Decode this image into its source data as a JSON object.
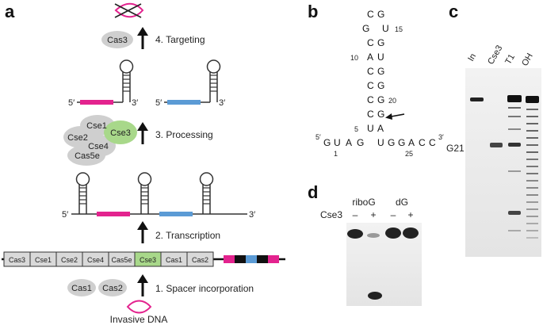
{
  "panel_a": {
    "label": "a",
    "steps": {
      "targeting": "4. Targeting",
      "processing": "3. Processing",
      "transcription": "2. Transcription",
      "spacer": "1. Spacer incorporation"
    },
    "proteins": {
      "cas3": "Cas3",
      "cse1": "Cse1",
      "cse2": "Cse2",
      "cse3": "Cse3",
      "cse4": "Cse4",
      "cas5e": "Cas5e",
      "cas1": "Cas1",
      "cas2": "Cas2"
    },
    "ends": {
      "five": "5′",
      "three": "3′"
    },
    "genes": [
      "Cas3",
      "Cse1",
      "Cse2",
      "Cse4",
      "Cas5e",
      "Cse3",
      "Cas1",
      "Cas2"
    ],
    "invasive": "Invasive DNA",
    "colors": {
      "spacer_pink": "#e3238e",
      "spacer_blue": "#5b9bd5",
      "cse3_green": "#a8d88a",
      "protein_gray": "#cfcfcf"
    }
  },
  "panel_b": {
    "label": "b",
    "five": "5′",
    "three": "3′",
    "loop": [
      "C",
      "G",
      "G",
      "U"
    ],
    "stem_left": [
      "C",
      "A",
      "C",
      "C",
      "C",
      "C",
      "U"
    ],
    "stem_right": [
      "G",
      "U",
      "G",
      "G",
      "G",
      "G",
      "A"
    ],
    "tail_left": [
      "G",
      "U",
      "A",
      "G"
    ],
    "tail_right": [
      "U",
      "G",
      "G",
      "A",
      "C",
      "C"
    ],
    "numbers": {
      "n1": "1",
      "n5": "5",
      "n10": "10",
      "n15": "15",
      "n20": "20",
      "n25": "25"
    }
  },
  "panel_c": {
    "label": "c",
    "lanes": [
      "In",
      "Cse3",
      "T1",
      "OH"
    ],
    "band_label": "G21"
  },
  "panel_d": {
    "label": "d",
    "groups": [
      "riboG",
      "dG"
    ],
    "row_label": "Cse3",
    "signs": [
      "–",
      "+",
      "–",
      "+"
    ]
  }
}
